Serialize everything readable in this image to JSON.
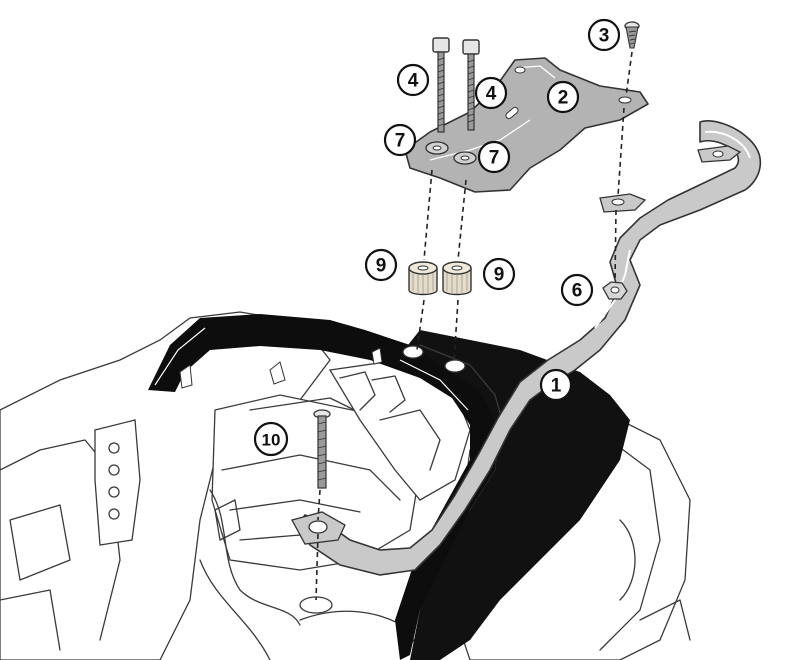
{
  "callouts": {
    "c1": "1",
    "c2": "2",
    "c3": "3",
    "c4a": "4",
    "c4b": "4",
    "c6": "6",
    "c7a": "7",
    "c7b": "7",
    "c9a": "9",
    "c9b": "9",
    "c10": "10"
  },
  "colors": {
    "rail": "#c9c9c9",
    "plate": "#b3b3b3",
    "grab_handle": "#0d0d0d",
    "seat": "#111111",
    "spacer": "#e4dcc8",
    "hardware": "#9a9a9a"
  }
}
